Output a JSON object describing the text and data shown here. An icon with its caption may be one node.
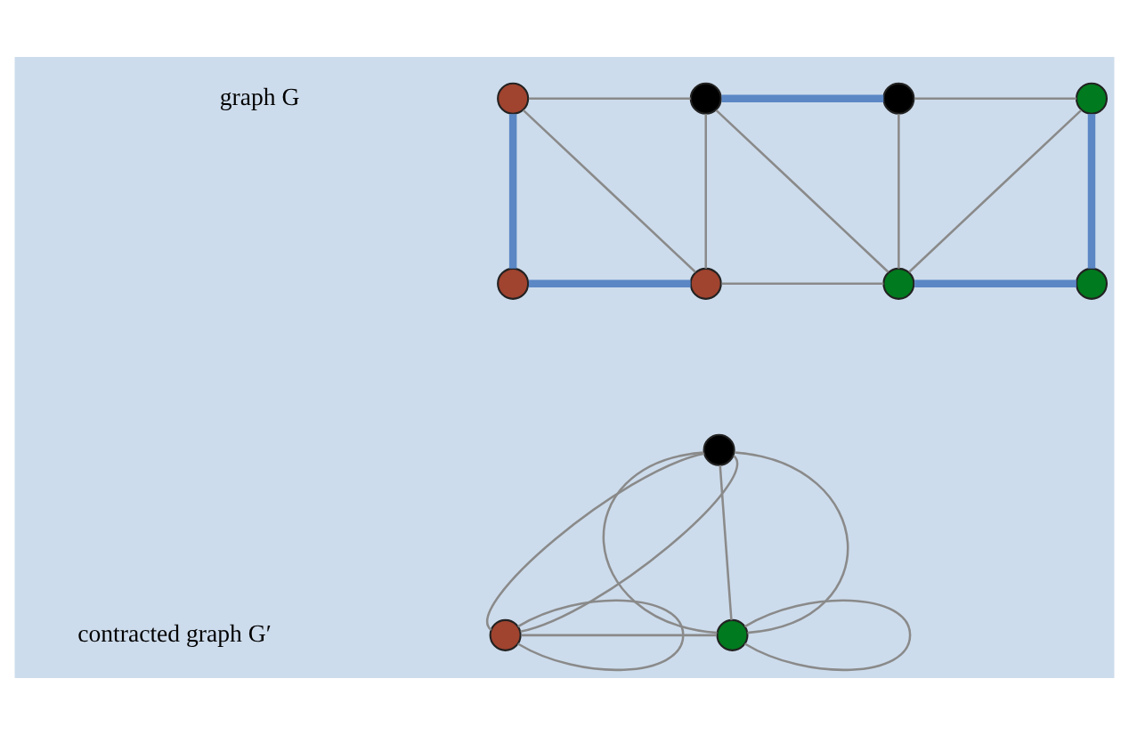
{
  "diagram": {
    "nodes": [
      {
        "text": [],
        "shape": "circle"
      },
      {
        "text": [],
        "shape": "circle"
      },
      {
        "text": [],
        "shape": "circle"
      },
      {
        "text": [],
        "shape": "circle"
      },
      {
        "text": [],
        "shape": "circle"
      },
      {
        "text": [],
        "shape": "circle"
      },
      {
        "text": [],
        "shape": "circle"
      },
      {
        "text": [],
        "shape": "circle"
      },
      {
        "text": [],
        "shape": "circle"
      },
      {
        "text": [],
        "shape": "circle"
      },
      {
        "text": [],
        "shape": "circle"
      }
    ],
    "edges": [
      {
        "from": 0,
        "to": 1,
        "arrow": "none"
      },
      {
        "from": 1,
        "to": 2,
        "arrow": "none",
        "style": "thick",
        "color": "#5b87c5"
      },
      {
        "from": 2,
        "to": 3,
        "arrow": "none"
      },
      {
        "from": 0,
        "to": 4,
        "arrow": "none",
        "style": "thick",
        "color": "#5b87c5"
      },
      {
        "from": 0,
        "to": 5,
        "arrow": "none"
      },
      {
        "from": 1,
        "to": 5,
        "arrow": "none"
      },
      {
        "from": 1,
        "to": 6,
        "arrow": "none"
      },
      {
        "from": 2,
        "to": 6,
        "arrow": "none"
      },
      {
        "from": 3,
        "to": 6,
        "arrow": "none"
      },
      {
        "from": 3,
        "to": 7,
        "arrow": "none",
        "style": "thick",
        "color": "#5b87c5"
      },
      {
        "from": 4,
        "to": 5,
        "arrow": "none",
        "style": "thick",
        "color": "#5b87c5"
      },
      {
        "from": 5,
        "to": 6,
        "arrow": "none"
      },
      {
        "from": 6,
        "to": 7,
        "arrow": "none",
        "style": "thick",
        "color": "#5b87c5"
      },
      {
        "from": 8,
        "to": 9,
        "arrow": "none"
      },
      {
        "from": 8,
        "to": 9,
        "arrow": "none"
      },
      {
        "from": 9,
        "to": 9,
        "arrow": "none"
      },
      {
        "from": 9,
        "to": 10,
        "arrow": "none"
      },
      {
        "from": 8,
        "to": 10,
        "arrow": "none"
      },
      {
        "from": 8,
        "to": 10,
        "arrow": "none"
      },
      {
        "from": 8,
        "to": 10,
        "arrow": "none"
      },
      {
        "from": 10,
        "to": 10,
        "arrow": "none"
      }
    ],
    "labels": [
      "graph G",
      "contracted graph G′"
    ]
  }
}
